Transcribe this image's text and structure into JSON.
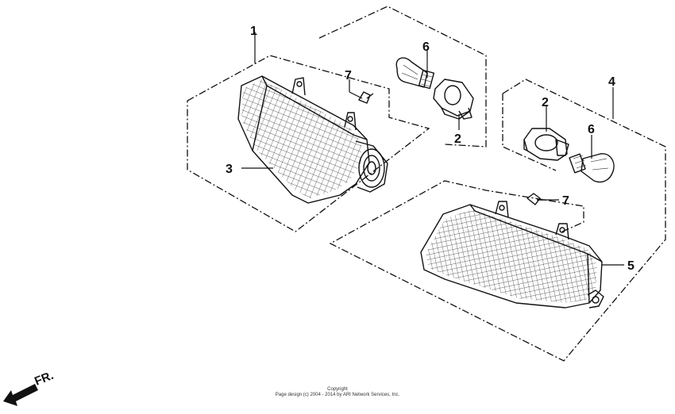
{
  "diagram": {
    "callouts": [
      {
        "id": "c1a",
        "label": "1"
      },
      {
        "id": "c3",
        "label": "3"
      },
      {
        "id": "c7a",
        "label": "7"
      },
      {
        "id": "c6a",
        "label": "6"
      },
      {
        "id": "c2a",
        "label": "2"
      },
      {
        "id": "c4",
        "label": "4"
      },
      {
        "id": "c2b",
        "label": "2"
      },
      {
        "id": "c6b",
        "label": "6"
      },
      {
        "id": "c7b",
        "label": "7"
      },
      {
        "id": "c5",
        "label": "5"
      }
    ],
    "direction_label": "FR.",
    "footer": {
      "line1": "Copyright",
      "line2": "Page design (c) 2004 - 2014 by ARI Network Services, Inc."
    }
  }
}
